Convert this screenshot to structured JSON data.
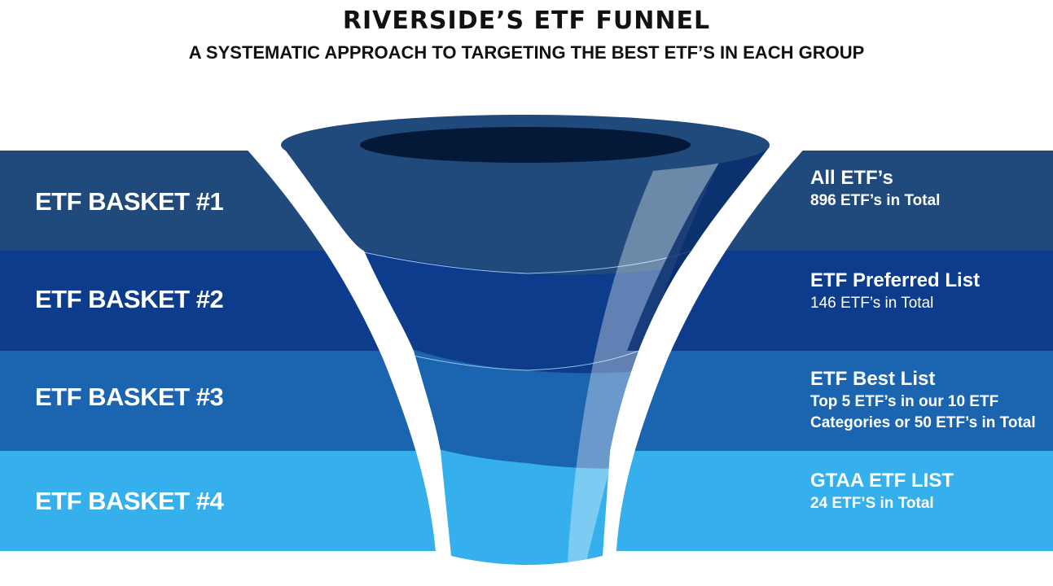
{
  "header": {
    "title": "RIVERSIDE’S ETF FUNNEL",
    "subtitle": "A SYSTEMATIC APPROACH TO TARGETING THE BEST ETF’S IN EACH GROUP"
  },
  "colors": {
    "band1": "#204a7c",
    "band2": "#0d3c8d",
    "band3": "#1a64b0",
    "band4": "#36b0ed",
    "funnel_inner": "#041838"
  },
  "baskets": [
    {
      "label": "ETF BASKET #1",
      "title": "All ETF’s",
      "detail": [
        "896 ETF’s in Total"
      ]
    },
    {
      "label": "ETF BASKET #2",
      "title": "ETF Preferred List",
      "detail": [
        "146 ETF’s in Total"
      ]
    },
    {
      "label": "ETF BASKET #3",
      "title": "ETF Best List",
      "detail": [
        "Top 5 ETF’s in our 10 ETF",
        "Categories or 50 ETF’s in Total"
      ]
    },
    {
      "label": "ETF BASKET #4",
      "title": "GTAA ETF LIST",
      "detail": [
        "24 ETF’S in Total"
      ]
    }
  ]
}
